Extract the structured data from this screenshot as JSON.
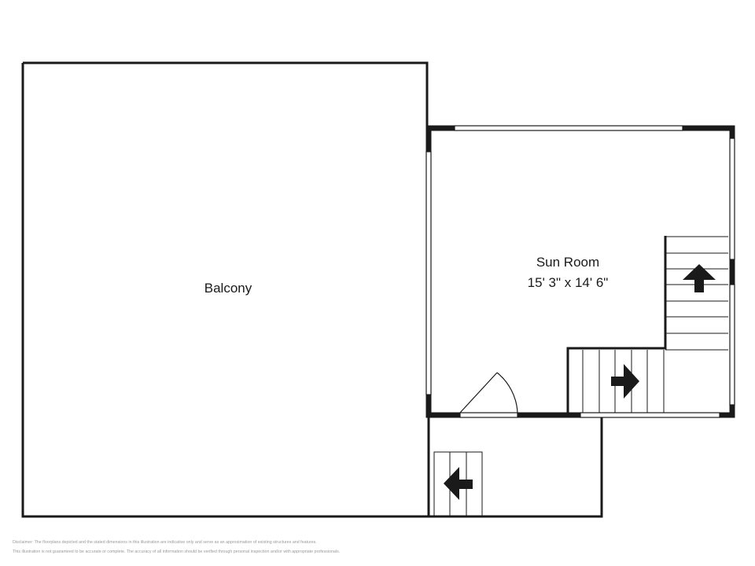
{
  "floorplan": {
    "rooms": [
      {
        "name": "Balcony",
        "dimensions": ""
      },
      {
        "name": "Sun Room",
        "dimensions": "15' 3\" x 14' 6\""
      }
    ],
    "disclaimer": {
      "line1": "Disclaimer: The floorplans depicted and the stated dimensions in this illustration are indicative only and serve as an approximation of existing structures and features.",
      "line2": "This illustration is not guaranteed to be accurate or complete. The accuracy of all information should be verified through personal inspection and/or with appropriate professionals."
    },
    "colors": {
      "wall": "#1a1a1a",
      "background": "#ffffff",
      "text": "#1a1a1a",
      "disclaimer": "#9a9a9a"
    }
  }
}
